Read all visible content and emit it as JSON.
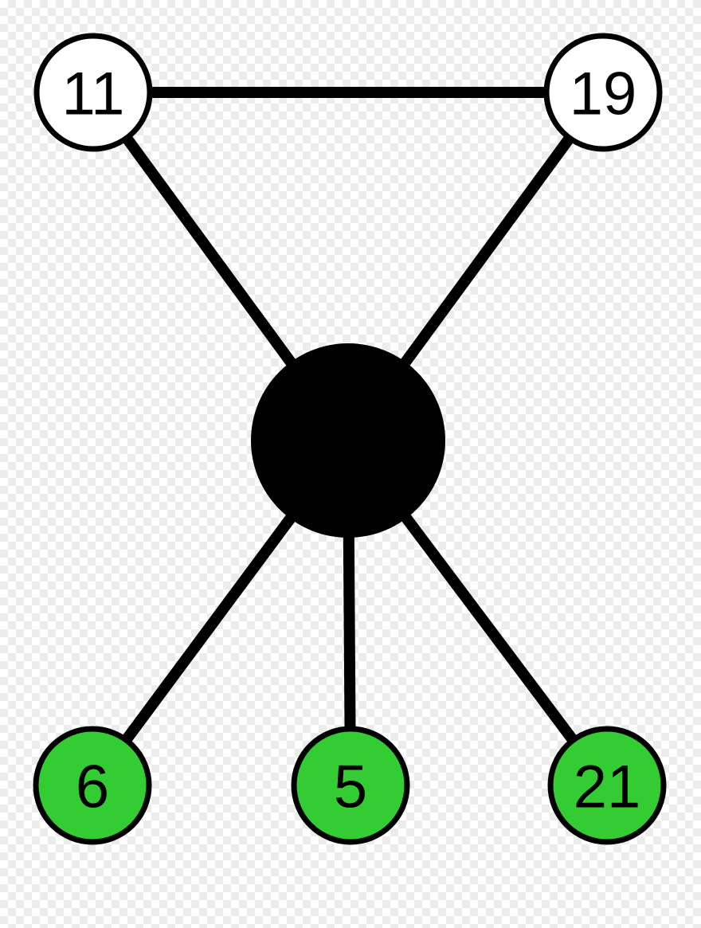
{
  "diagram": {
    "hub": {
      "id": "hub",
      "label": "",
      "fill": "#000000"
    },
    "nodes": [
      {
        "id": "n11",
        "label": "11",
        "fill": "#ffffff"
      },
      {
        "id": "n19",
        "label": "19",
        "fill": "#ffffff"
      },
      {
        "id": "n6",
        "label": "6",
        "fill": "#33cc33"
      },
      {
        "id": "n5",
        "label": "5",
        "fill": "#33cc33"
      },
      {
        "id": "n21",
        "label": "21",
        "fill": "#33cc33"
      }
    ],
    "edges": [
      {
        "from": "n11",
        "to": "n19"
      },
      {
        "from": "n11",
        "to": "hub"
      },
      {
        "from": "n19",
        "to": "hub"
      },
      {
        "from": "hub",
        "to": "n6"
      },
      {
        "from": "hub",
        "to": "n5"
      },
      {
        "from": "hub",
        "to": "n21"
      }
    ]
  }
}
